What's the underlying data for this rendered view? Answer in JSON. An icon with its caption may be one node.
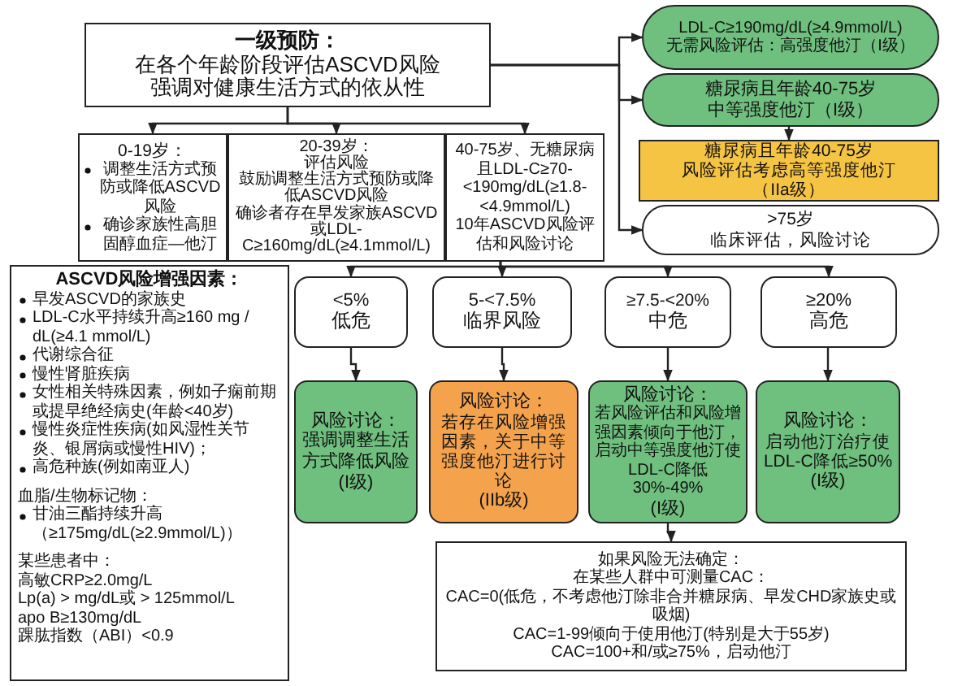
{
  "diagram": {
    "nodes": [
      {
        "text": [
          "一级预防：",
          "在各个年龄阶段评估ASCVD风险",
          "强调对健康生活方式的依从性"
        ]
      },
      {
        "text": [
          "0-19岁：",
          "调整生活方式预防或降低ASCVD风险",
          "确诊家族性高胆固醇血症—他汀"
        ]
      },
      {
        "text": [
          "20-39岁：",
          "评估风险",
          "鼓励调整生活方式预防或降低ASCVD风险",
          "确诊者存在早发家族ASCVD或LDL-C≥160mg/dL(≥4.1mmol/L)"
        ]
      },
      {
        "text": [
          "40-75岁、无糖尿病且LDL-C≥70-<190mg/dL(≥1.8-<4.9mmol/L)",
          "10年ASCVD风险评估和风险讨论"
        ]
      },
      {
        "text": [
          "LDL-C≥190mg/dL(≥4.9mmol/L)",
          "无需风险评估：高强度他汀（I级）"
        ]
      },
      {
        "text": [
          "糖尿病且年龄40-75岁",
          "中等强度他汀（I级）"
        ]
      },
      {
        "text": [
          "糖尿病且年龄40-75岁",
          "风险评估考虑高等强度他汀",
          "（IIa级）"
        ]
      },
      {
        "text": [
          ">75岁",
          "临床评估，风险讨论"
        ]
      },
      {
        "text": [
          "ASCVD风险增强因素：",
          "早发ASCVD的家族史",
          "LDL-C水平持续升高≥160 mg / dL(≥4.1 mmol/L)",
          "代谢综合征",
          "慢性肾脏疾病",
          "女性相关特殊因素，例如子痫前期或提早绝经病史(年龄<40岁)",
          "慢性炎症性疾病(如风湿性关节炎、银屑病或慢性HIV)；",
          "高危种族(例如南亚人)",
          "血脂/生物标记物：",
          "甘油三酯持续升高（≥175mg/dL(≥2.9mmol/L)）",
          "某些患者中：",
          "高敏CRP≥2.0mg/L",
          "Lp(a) > mg/dL或 > 125mmol/L",
          "apo B≥130mg/dL",
          "踝肱指数（ABI）<0.9"
        ]
      },
      {
        "text": [
          "<5%",
          "低危"
        ]
      },
      {
        "text": [
          "5-<7.5%",
          "临界风险"
        ]
      },
      {
        "text": [
          "≥7.5-<20%",
          "中危"
        ]
      },
      {
        "text": [
          "≥20%",
          "高危"
        ]
      },
      {
        "text": [
          "风险讨论：",
          "强调调整生活方式降低风险",
          "(I级)"
        ]
      },
      {
        "text": [
          "风险讨论：",
          "若存在风险增强因素，关于中等强度他汀进行讨论",
          "(IIb级)"
        ]
      },
      {
        "text": [
          "风险讨论：",
          "若风险评估和风险增强因素倾向于他汀，启动中等强度他汀使LDL-C降低30%-49%",
          "(I级)"
        ]
      },
      {
        "text": [
          "风险讨论：",
          "启动他汀治疗使LDL-C降低≥50%",
          "(I级)"
        ]
      },
      {
        "text": [
          "如果风险无法确定：",
          "在某些人群中可测量CAC：",
          "CAC=0(低危，不考虑他汀除非合并糖尿病、早发CHD家族史或吸烟)",
          "CAC=1-99倾向于使用他汀(特别是大于55岁)",
          "CAC=100+和/或≥75%，启动他汀"
        ]
      }
    ],
    "edges": [
      {
        "from": 0,
        "to": 1,
        "arrow": "to"
      },
      {
        "from": 0,
        "to": 2,
        "arrow": "to"
      },
      {
        "from": 0,
        "to": 3,
        "arrow": "to"
      },
      {
        "from": 0,
        "to": 4,
        "arrow": "to"
      },
      {
        "from": 0,
        "to": 5,
        "arrow": "to"
      },
      {
        "from": 0,
        "to": 7,
        "arrow": "to"
      },
      {
        "from": 5,
        "to": 6,
        "arrow": "to"
      },
      {
        "from": 3,
        "to": 9,
        "arrow": "to"
      },
      {
        "from": 3,
        "to": 10,
        "arrow": "to"
      },
      {
        "from": 3,
        "to": 11,
        "arrow": "to"
      },
      {
        "from": 3,
        "to": 12,
        "arrow": "to"
      },
      {
        "from": 9,
        "to": 13,
        "arrow": "to"
      },
      {
        "from": 10,
        "to": 14,
        "arrow": "to"
      },
      {
        "from": 11,
        "to": 15,
        "arrow": "to"
      },
      {
        "from": 12,
        "to": 16,
        "arrow": "to"
      },
      {
        "from": 15,
        "to": 17,
        "arrow": "to"
      }
    ]
  }
}
